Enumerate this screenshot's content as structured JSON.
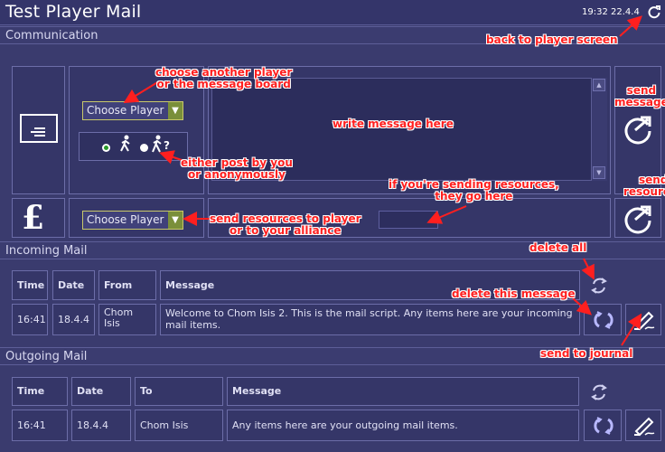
{
  "app": {
    "title": "Test Player Mail",
    "clock": "19:32 22.4.4"
  },
  "sections": {
    "communication": "Communication",
    "incoming": "Incoming Mail",
    "outgoing": "Outgoing Mail"
  },
  "compose": {
    "player_select": "Choose Player",
    "resource_select": "Choose Player",
    "currency_symbol": "£"
  },
  "incoming": {
    "headers": [
      "Time",
      "Date",
      "From",
      "Message"
    ],
    "rows": [
      {
        "time": "16:41",
        "date": "18.4.4",
        "from": "Chom Isis",
        "message": "Welcome to Chom Isis 2. This is the mail script. Any items here are your incoming mail items."
      }
    ]
  },
  "outgoing": {
    "headers": [
      "Time",
      "Date",
      "To",
      "Message"
    ],
    "rows": [
      {
        "time": "16:41",
        "date": "18.4.4",
        "to": "Chom Isis",
        "message": "Any items here are your outgoing mail items."
      }
    ]
  },
  "annotations": {
    "back": "back to player screen",
    "choose_player": "choose another player\nor the message board",
    "post_by": "either post by you\nor anonymously",
    "write": "write message here",
    "send_message": "send\nmessage",
    "send_resources_label": "send\nresources",
    "resources_here": "if you're sending resources,\nthey go here",
    "send_res_player": "send resources to player\nor to your alliance",
    "delete_all": "delete all",
    "delete_this": "delete this message",
    "send_journal": "send to journal"
  },
  "colors": {
    "background": "#3a3b6e",
    "annotation": "#ff1f1f",
    "select_border": "#c8c86a"
  }
}
